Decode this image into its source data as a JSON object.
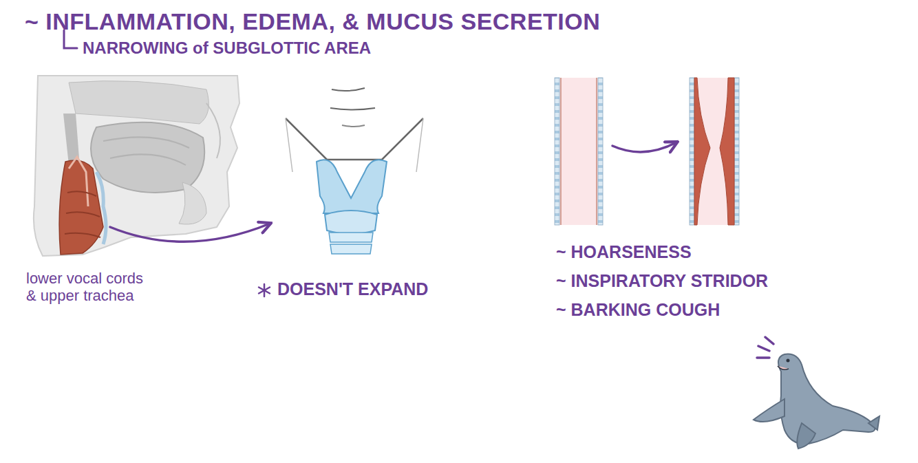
{
  "diagram": {
    "title": "~ INFLAMMATION, EDEMA, & MUCUS SECRETION",
    "labels": [
      "NARROWING of SUBGLOTTIC AREA",
      "lower vocal cords & upper trachea",
      "DOESN'T EXPAND",
      "~ HOARSENESS",
      "~ INSPIRATORY STRIDOR",
      "~ BARKING COUGH"
    ]
  }
}
